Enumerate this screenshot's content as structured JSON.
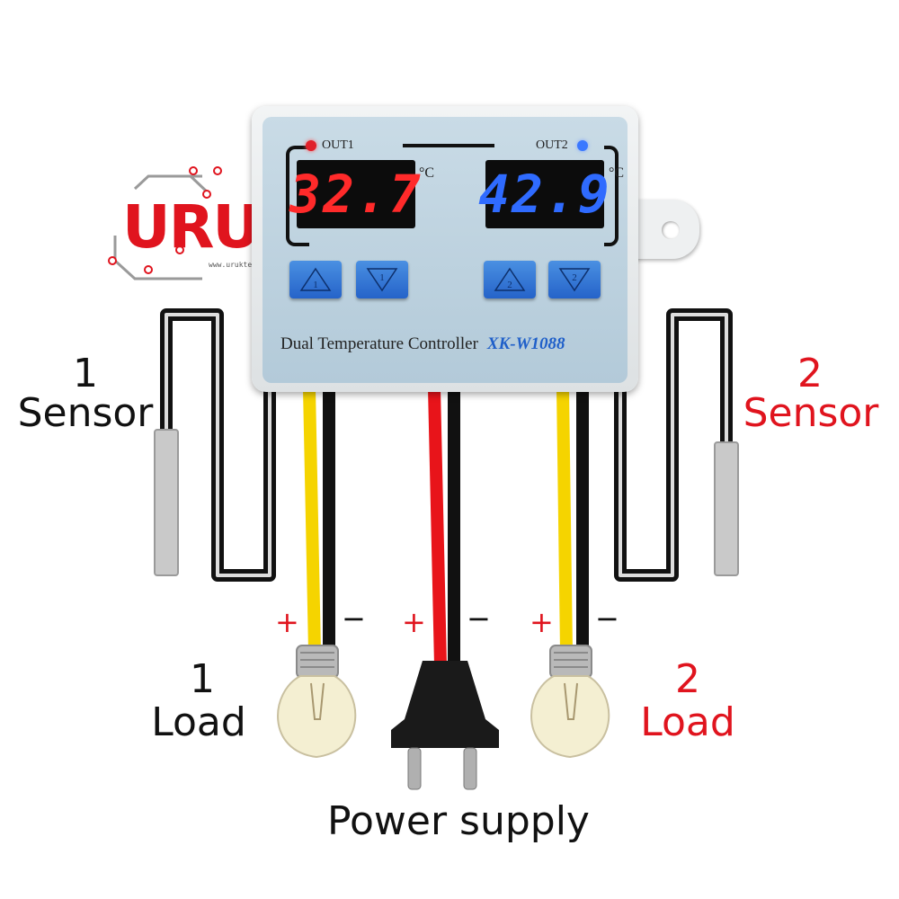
{
  "logo": {
    "text": "URUK",
    "url": "www.uruktech.com"
  },
  "device": {
    "title": "Dual Temperature Controller",
    "model": "XK-W1088",
    "unit": "°C",
    "out1": {
      "label": "OUT1",
      "reading": "32.7",
      "led_color": "#e0202a",
      "digit_color": "#ff2a2a"
    },
    "out2": {
      "label": "OUT2",
      "reading": "42.9",
      "led_color": "#3a78ff",
      "digit_color": "#2f6bff"
    },
    "buttons": [
      {
        "symbol": "up",
        "channel": "1"
      },
      {
        "symbol": "down",
        "channel": "1"
      },
      {
        "symbol": "up",
        "channel": "2"
      },
      {
        "symbol": "down",
        "channel": "2"
      }
    ]
  },
  "labels": {
    "sensor1_num": "1",
    "sensor1_text": "Sensor",
    "sensor2_num": "2",
    "sensor2_text": "Sensor",
    "load1_num": "1",
    "load1_text": "Load",
    "load2_num": "2",
    "load2_text": "Load",
    "power": "Power supply",
    "plus": "+",
    "minus": "−"
  },
  "colors": {
    "accent_red": "#e0141e",
    "wire_yellow": "#f5d400",
    "wire_red": "#e8141a",
    "wire_black": "#111111"
  }
}
